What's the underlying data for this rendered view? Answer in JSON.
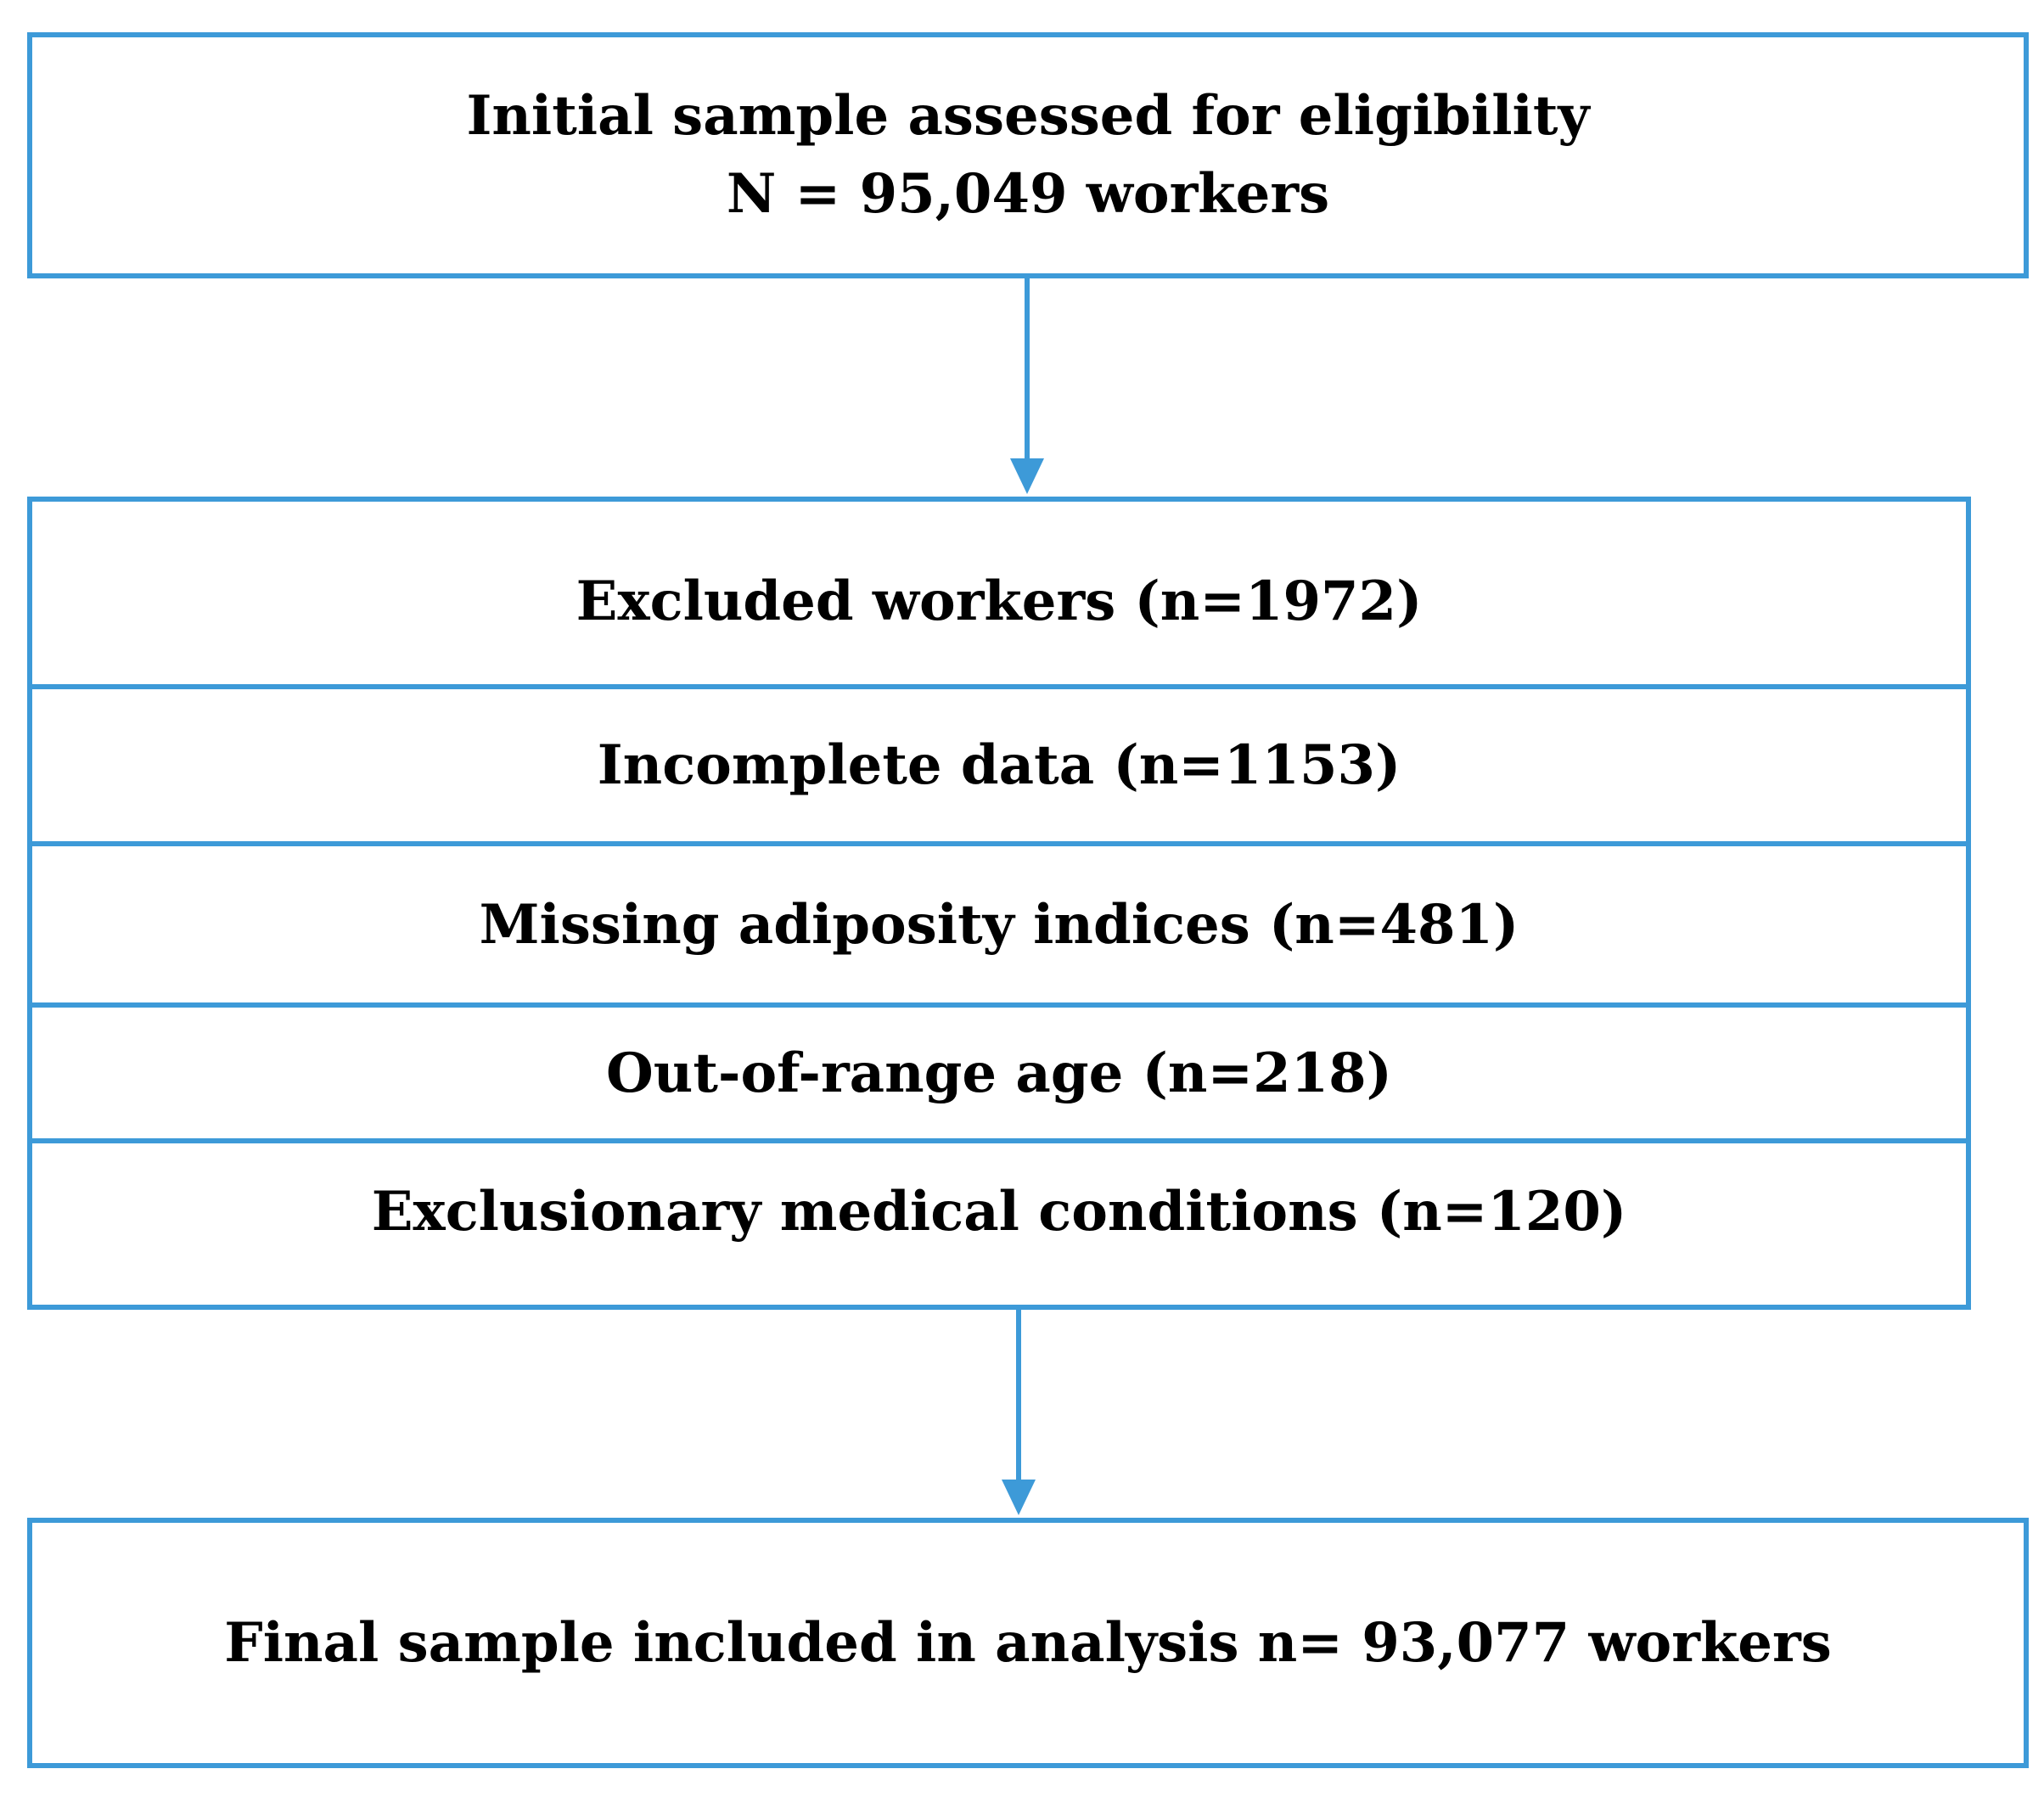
{
  "initial_box": {
    "line1": "Initial sample assessed for eligibility",
    "line2": "N = 95,049 workers"
  },
  "excluded_box": {
    "rows": [
      "Excluded workers (n=1972)",
      "Incomplete data (n=1153)",
      "Missing adiposity indices (n=481)",
      "Out-of-range age (n=218)",
      "Exclusionary medical conditions (n=120)"
    ]
  },
  "final_box": {
    "text": "Final sample included in analysis n= 93,077 workers"
  },
  "colors": {
    "border": "#3d9ad8",
    "arrow": "#3d9ad8",
    "text": "#000000",
    "background": "#ffffff"
  }
}
